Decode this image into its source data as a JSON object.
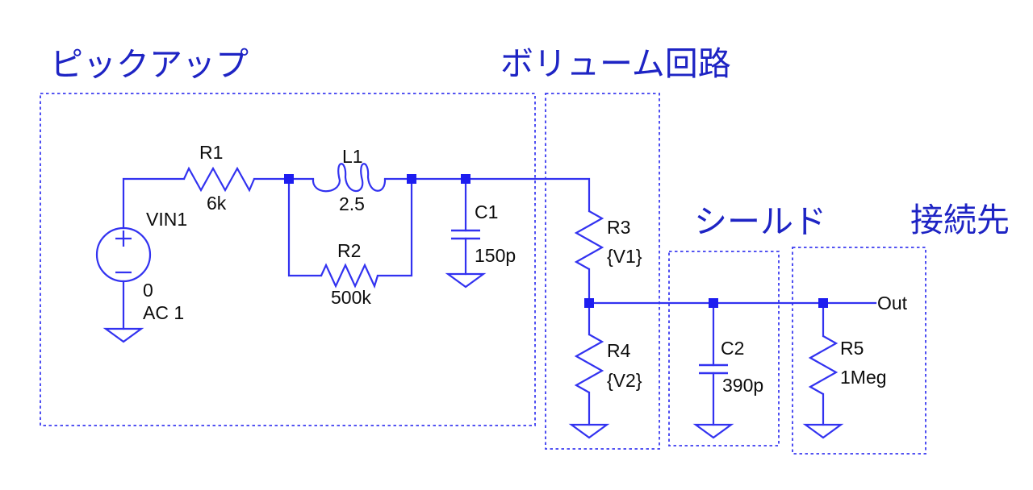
{
  "titles": {
    "pickup": "ピックアップ",
    "volume": "ボリューム回路",
    "shield": "シールド",
    "destination": "接続先"
  },
  "components": {
    "vin1": {
      "designator": "VIN1",
      "value": "0",
      "spec": "AC 1"
    },
    "r1": {
      "designator": "R1",
      "value": "6k"
    },
    "r2": {
      "designator": "R2",
      "value": "500k"
    },
    "r3": {
      "designator": "R3",
      "value": "{V1}"
    },
    "r4": {
      "designator": "R4",
      "value": "{V2}"
    },
    "r5": {
      "designator": "R5",
      "value": "1Meg"
    },
    "l1": {
      "designator": "L1",
      "value": "2.5"
    },
    "c1": {
      "designator": "C1",
      "value": "150p"
    },
    "c2": {
      "designator": "C2",
      "value": "390p"
    }
  },
  "nets": {
    "out": "Out"
  },
  "colors": {
    "background": "#FFFFFF",
    "wire": "#3232F0",
    "junction": "#1D1DF0",
    "box_dash": "#3C3CF0",
    "section_title": "#1E24C4",
    "component_label": "#0D0D0D"
  }
}
